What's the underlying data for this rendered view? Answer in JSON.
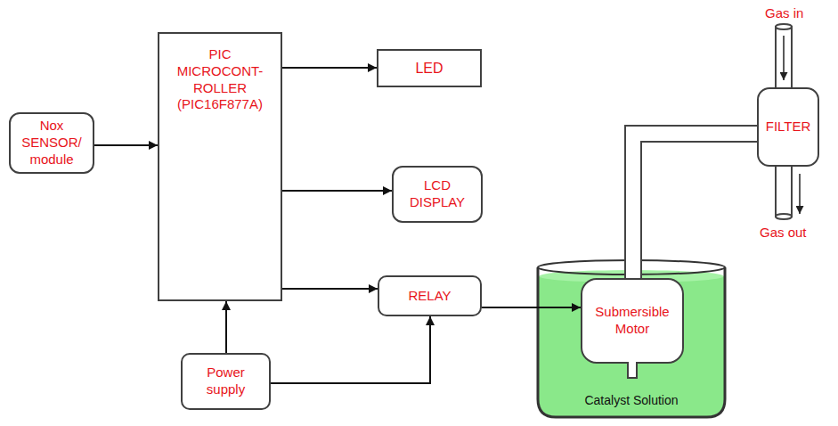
{
  "diagram": {
    "nodes": [
      {
        "text": [
          "Nox SENSOR/ module"
        ]
      },
      {
        "text": [
          "PIC MICROCONT- ROLLER (PIC16F877A)"
        ]
      },
      {
        "text": [
          "LED"
        ]
      },
      {
        "text": [
          "LCD DISPLAY"
        ]
      },
      {
        "text": [
          "RELAY"
        ]
      },
      {
        "text": [
          "Power supply"
        ]
      },
      {
        "text": [
          "Catalyst Solution"
        ]
      },
      {
        "text": [
          "Submersible Motor"
        ],
        "in": 6
      },
      {
        "text": [
          "FILTER"
        ]
      }
    ],
    "edges": [
      {
        "from": 0,
        "to": 1,
        "arrow": "to"
      },
      {
        "from": 1,
        "to": 2,
        "arrow": "to"
      },
      {
        "from": 1,
        "to": 3,
        "arrow": "to"
      },
      {
        "from": 1,
        "to": 4,
        "arrow": "to"
      },
      {
        "from": 5,
        "to": 1,
        "arrow": "to"
      },
      {
        "from": 5,
        "to": 4,
        "arrow": "to"
      },
      {
        "from": 4,
        "to": 7,
        "arrow": "to"
      },
      {
        "from": 7,
        "to": 8,
        "arrow": "none"
      }
    ],
    "labels": [
      "Gas in",
      "Gas out"
    ]
  }
}
